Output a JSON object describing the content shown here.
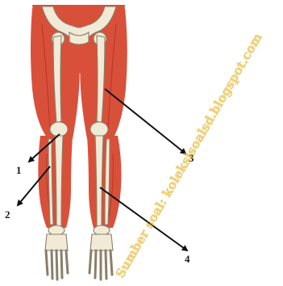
{
  "labels": [
    "1",
    "2",
    "3",
    "4"
  ],
  "watermark": "Sumber soal: koleksisoalsd.blogspot.com",
  "colors": {
    "muscle": "#d9503a",
    "muscle_dark": "#b63a27",
    "bone": "#f1ead7",
    "bone_outline": "#8a7f6a",
    "arrow": "#111111",
    "watermark": "#f4b400"
  }
}
